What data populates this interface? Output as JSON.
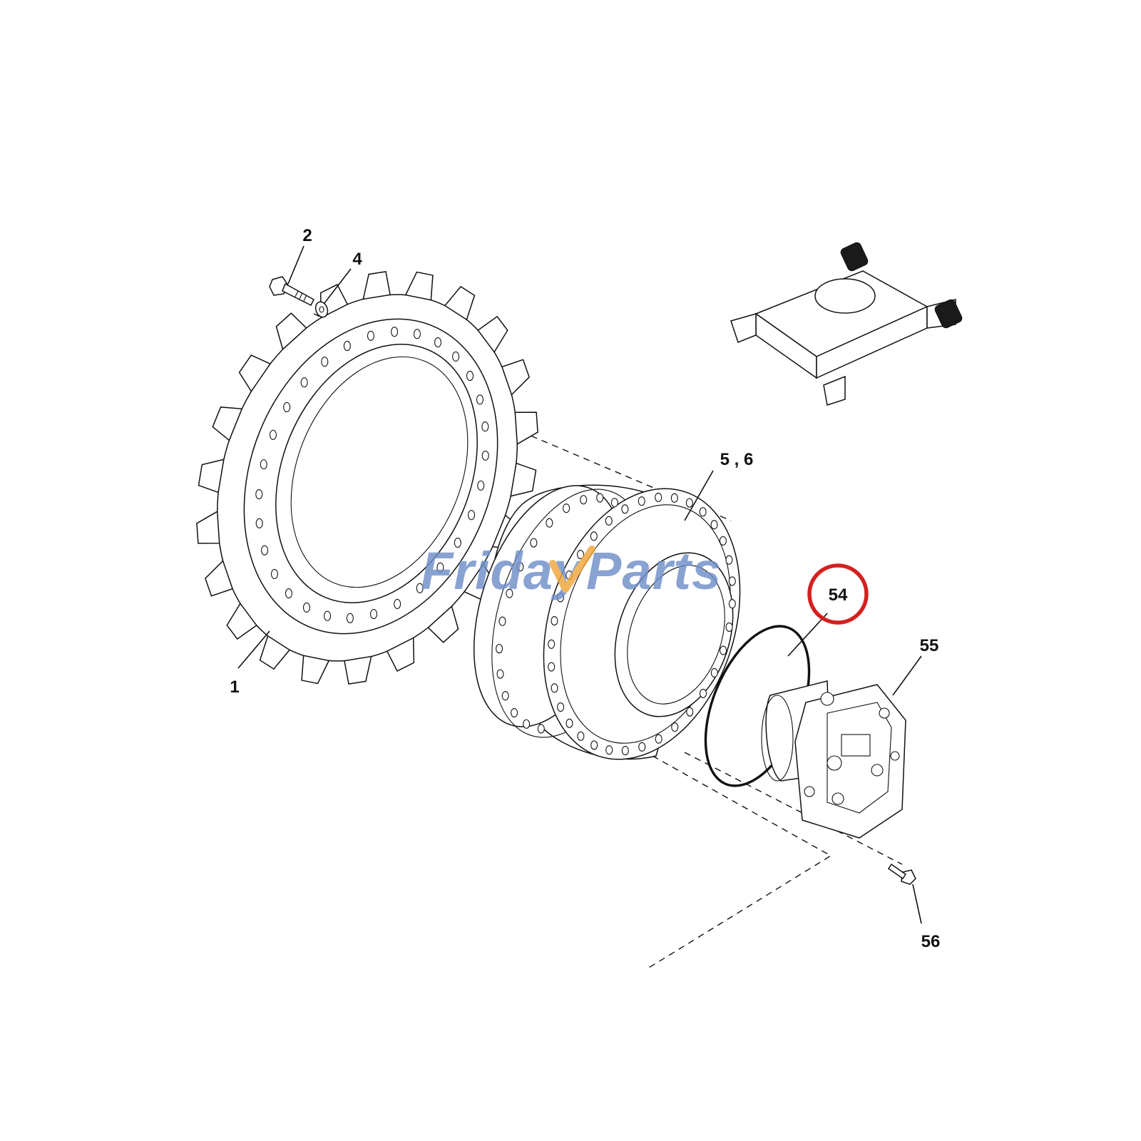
{
  "diagram": {
    "callouts": [
      {
        "id": "1",
        "label": "1"
      },
      {
        "id": "2",
        "label": "2"
      },
      {
        "id": "4",
        "label": "4"
      },
      {
        "id": "5-6",
        "label": "5 , 6"
      },
      {
        "id": "54",
        "label": "54",
        "highlighted": true
      },
      {
        "id": "55",
        "label": "55"
      },
      {
        "id": "56",
        "label": "56"
      }
    ],
    "highlight_color": "#d42020",
    "line_color": "#111111"
  },
  "watermark": {
    "part1": "Friday",
    "part2": "Parts",
    "color_primary": "#6f8fc9",
    "color_accent": "#f0a63a"
  }
}
